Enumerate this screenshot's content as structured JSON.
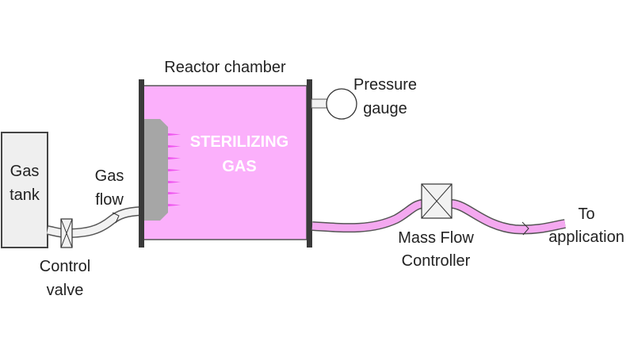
{
  "labels": {
    "reactor_chamber": "Reactor chamber",
    "pressure_gauge": [
      "Pressure",
      "gauge"
    ],
    "sterilizing_gas": [
      "STERILIZING",
      "GAS"
    ],
    "gas_tank": [
      "Gas",
      "tank"
    ],
    "gas_flow": [
      "Gas",
      "flow"
    ],
    "control_valve": [
      "Control",
      "valve"
    ],
    "mass_flow_controller": [
      "Mass Flow",
      "Controller"
    ],
    "to_application": [
      "To",
      "application"
    ]
  },
  "colors": {
    "chamber_fill": "#fbb0fb",
    "pipe_pink": "#f4a8f0",
    "nozzle": "#ee55ee",
    "electrode": "#a6a6a6",
    "wall": "#3a3a3a",
    "tank_fill": "#efefef"
  }
}
